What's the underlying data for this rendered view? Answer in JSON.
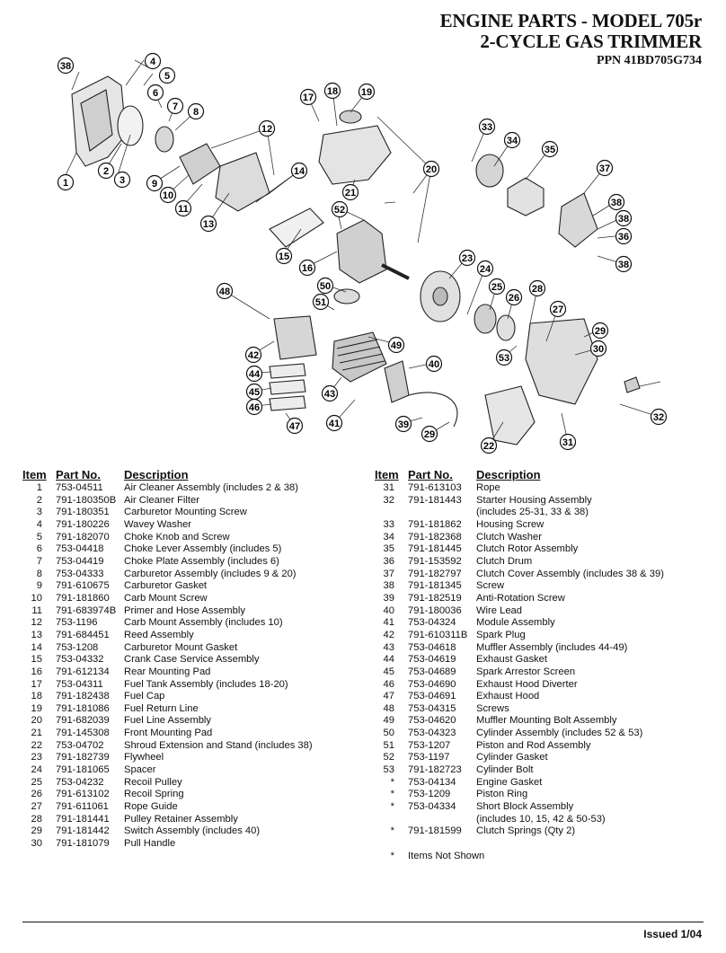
{
  "header": {
    "title_line1": "ENGINE PARTS - MODEL 705r",
    "title_line2": "2-CYCLE GAS TRIMMER",
    "ppn": "PPN 41BD705G734"
  },
  "table_headers": {
    "item": "Item",
    "part": "Part No.",
    "description": "Description"
  },
  "parts_left": [
    {
      "item": "1",
      "part": "753-04511",
      "desc": "Air Cleaner Assembly (includes 2 & 38)"
    },
    {
      "item": "2",
      "part": "791-180350B",
      "desc": "Air Cleaner Filter"
    },
    {
      "item": "3",
      "part": "791-180351",
      "desc": "Carburetor Mounting Screw"
    },
    {
      "item": "4",
      "part": "791-180226",
      "desc": "Wavey Washer"
    },
    {
      "item": "5",
      "part": "791-182070",
      "desc": "Choke Knob and Screw"
    },
    {
      "item": "6",
      "part": "753-04418",
      "desc": "Choke Lever Assembly (includes 5)"
    },
    {
      "item": "7",
      "part": "753-04419",
      "desc": "Choke Plate Assembly (includes 6)"
    },
    {
      "item": "8",
      "part": "753-04333",
      "desc": "Carburetor Assembly (includes 9 & 20)"
    },
    {
      "item": "9",
      "part": "791-610675",
      "desc": "Carburetor Gasket"
    },
    {
      "item": "10",
      "part": "791-181860",
      "desc": "Carb Mount Screw"
    },
    {
      "item": "11",
      "part": "791-683974B",
      "desc": "Primer and Hose Assembly"
    },
    {
      "item": "12",
      "part": "753-1196",
      "desc": "Carb Mount Assembly (includes 10)"
    },
    {
      "item": "13",
      "part": "791-684451",
      "desc": "Reed Assembly"
    },
    {
      "item": "14",
      "part": "753-1208",
      "desc": "Carburetor Mount Gasket"
    },
    {
      "item": "15",
      "part": "753-04332",
      "desc": "Crank Case Service Assembly"
    },
    {
      "item": "16",
      "part": "791-612134",
      "desc": "Rear Mounting Pad"
    },
    {
      "item": "17",
      "part": "753-04311",
      "desc": "Fuel Tank Assembly (includes 18-20)"
    },
    {
      "item": "18",
      "part": "791-182438",
      "desc": "Fuel Cap"
    },
    {
      "item": "19",
      "part": "791-181086",
      "desc": "Fuel Return Line"
    },
    {
      "item": "20",
      "part": "791-682039",
      "desc": "Fuel Line Assembly"
    },
    {
      "item": "21",
      "part": "791-145308",
      "desc": "Front Mounting Pad"
    },
    {
      "item": "22",
      "part": "753-04702",
      "desc": "Shroud Extension and Stand (includes 38)"
    },
    {
      "item": "23",
      "part": "791-182739",
      "desc": "Flywheel"
    },
    {
      "item": "24",
      "part": "791-181065",
      "desc": "Spacer"
    },
    {
      "item": "25",
      "part": "753-04232",
      "desc": "Recoil Pulley"
    },
    {
      "item": "26",
      "part": "791-613102",
      "desc": "Recoil Spring"
    },
    {
      "item": "27",
      "part": "791-611061",
      "desc": "Rope Guide"
    },
    {
      "item": "28",
      "part": "791-181441",
      "desc": "Pulley Retainer Assembly"
    },
    {
      "item": "29",
      "part": "791-181442",
      "desc": "Switch Assembly (includes 40)"
    },
    {
      "item": "30",
      "part": "791-181079",
      "desc": "Pull Handle"
    }
  ],
  "parts_right": [
    {
      "item": "31",
      "part": "791-613103",
      "desc": "Rope"
    },
    {
      "item": "32",
      "part": "791-181443",
      "desc": "Starter Housing Assembly",
      "desc2": "(includes 25-31, 33 & 38)"
    },
    {
      "item": "33",
      "part": "791-181862",
      "desc": "Housing Screw"
    },
    {
      "item": "34",
      "part": "791-182368",
      "desc": "Clutch Washer"
    },
    {
      "item": "35",
      "part": "791-181445",
      "desc": "Clutch Rotor Assembly"
    },
    {
      "item": "36",
      "part": "791-153592",
      "desc": "Clutch Drum"
    },
    {
      "item": "37",
      "part": "791-182797",
      "desc": "Clutch Cover Assembly (includes 38 & 39)"
    },
    {
      "item": "38",
      "part": "791-181345",
      "desc": "Screw"
    },
    {
      "item": "39",
      "part": "791-182519",
      "desc": "Anti-Rotation Screw"
    },
    {
      "item": "40",
      "part": "791-180036",
      "desc": "Wire Lead"
    },
    {
      "item": "41",
      "part": "753-04324",
      "desc": "Module Assembly"
    },
    {
      "item": "42",
      "part": "791-610311B",
      "desc": "Spark Plug"
    },
    {
      "item": "43",
      "part": "753-04618",
      "desc": "Muffler Assembly (includes 44-49)"
    },
    {
      "item": "44",
      "part": "753-04619",
      "desc": "Exhaust Gasket"
    },
    {
      "item": "45",
      "part": "753-04689",
      "desc": "Spark Arrestor Screen"
    },
    {
      "item": "46",
      "part": "753-04690",
      "desc": "Exhaust Hood Diverter"
    },
    {
      "item": "47",
      "part": "753-04691",
      "desc": "Exhaust Hood"
    },
    {
      "item": "48",
      "part": "753-04315",
      "desc": "Screws"
    },
    {
      "item": "49",
      "part": "753-04620",
      "desc": "Muffler Mounting Bolt Assembly"
    },
    {
      "item": "50",
      "part": "753-04323",
      "desc": "Cylinder Assembly (includes 52 & 53)"
    },
    {
      "item": "51",
      "part": "753-1207",
      "desc": "Piston and Rod Assembly"
    },
    {
      "item": "52",
      "part": "753-1197",
      "desc": "Cylinder Gasket"
    },
    {
      "item": "53",
      "part": "791-182723",
      "desc": "Cylinder Bolt"
    },
    {
      "item": "*",
      "part": "753-04134",
      "desc": "Engine Gasket"
    },
    {
      "item": "*",
      "part": "753-1209",
      "desc": "Piston Ring"
    },
    {
      "item": "*",
      "part": "753-04334",
      "desc": "Short Block Assembly",
      "desc2": "(includes 10, 15, 42 & 50-53)"
    },
    {
      "item": "*",
      "part": "791-181599",
      "desc": "Clutch Springs (Qty 2)"
    }
  ],
  "footnote": {
    "mark": "*",
    "text": "Items Not Shown"
  },
  "footer": {
    "issued": "Issued 1/04"
  },
  "callouts": [
    "1",
    "2",
    "3",
    "4",
    "5",
    "6",
    "7",
    "8",
    "9",
    "10",
    "11",
    "12",
    "13",
    "14",
    "15",
    "16",
    "17",
    "18",
    "19",
    "20",
    "21",
    "22",
    "23",
    "24",
    "25",
    "26",
    "27",
    "28",
    "29",
    "29",
    "30",
    "31",
    "32",
    "33",
    "34",
    "35",
    "36",
    "37",
    "38",
    "38",
    "38",
    "38",
    "39",
    "40",
    "41",
    "42",
    "43",
    "44",
    "45",
    "46",
    "47",
    "48",
    "49",
    "50",
    "51",
    "52",
    "53"
  ]
}
